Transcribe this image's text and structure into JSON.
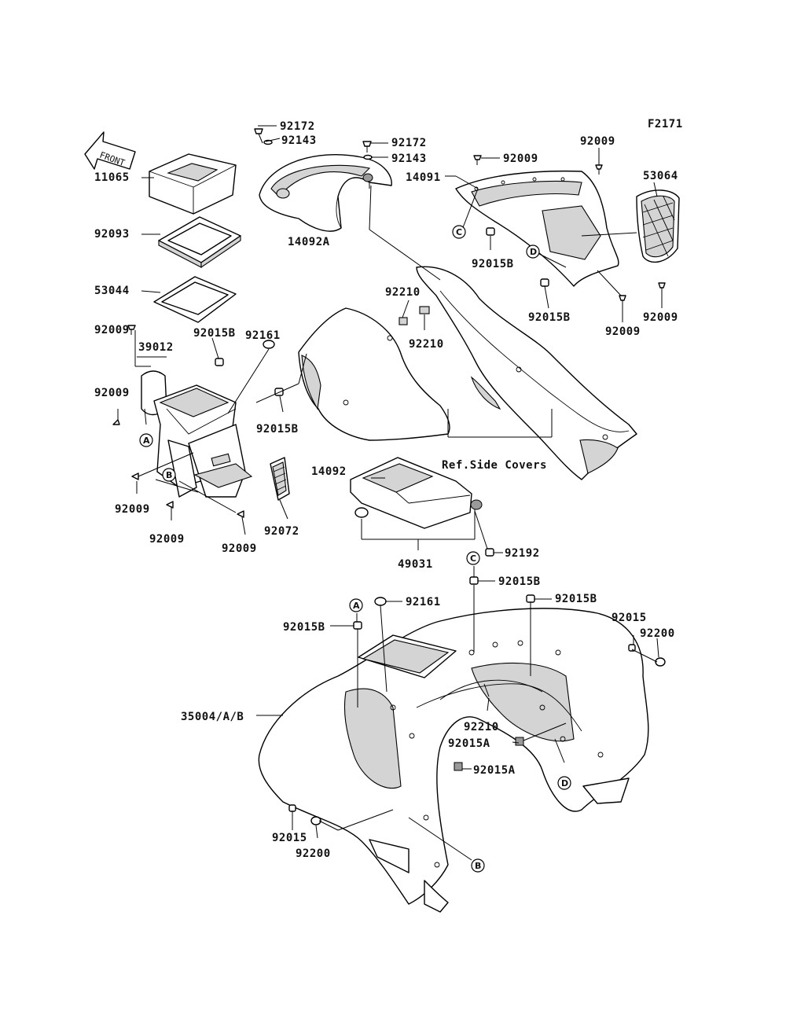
{
  "figure_code": "F2171",
  "front_label": "FRONT",
  "ref_note": "Ref.Side Covers",
  "callouts": {
    "A": "A",
    "B": "B",
    "C": "C",
    "D": "D"
  },
  "parts": [
    "92172",
    "92143",
    "92172",
    "92143",
    "14092A",
    "11065",
    "92093",
    "53044",
    "92009",
    "14091",
    "53064",
    "92015B",
    "92009",
    "92015B",
    "92009",
    "92210",
    "92210",
    "92161",
    "92009",
    "92015B",
    "39012",
    "92009",
    "92015B",
    "92009",
    "92009",
    "92009",
    "92072",
    "14092",
    "49031",
    "92192",
    "92015B",
    "92161",
    "92015B",
    "92015B",
    "92015",
    "92200",
    "35004/A/B",
    "92210",
    "92015A",
    "92015A",
    "92015",
    "92200",
    "92009"
  ]
}
